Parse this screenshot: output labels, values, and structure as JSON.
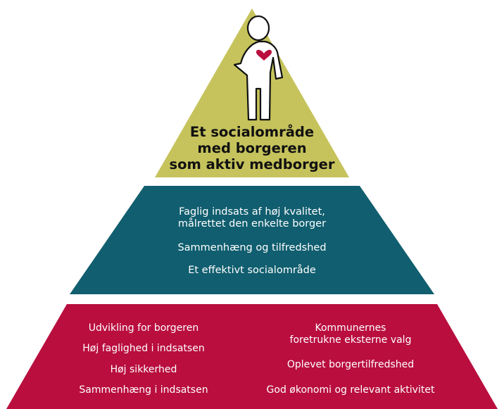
{
  "top": {
    "color": "#c6c35c",
    "title_lines": [
      "Et socialområde",
      "med borgeren",
      "som aktiv medborger"
    ],
    "figure": "person-with-heart-icon"
  },
  "middle": {
    "color": "#105e6f",
    "items": [
      "Faglig indsats af høj kvalitet,",
      "målrettet den enkelte borger",
      "Sammenhæng og tilfredshed",
      "Et effektivt socialområde"
    ]
  },
  "bottom": {
    "color": "#b90e3e",
    "left_items": [
      "Udvikling for borgeren",
      "Høj faglighed i indsatsen",
      "Høj sikkerhed",
      "Sammenhæng i indsatsen"
    ],
    "right_items": [
      "Kommunernes",
      "foretrukne eksterne valg",
      "Oplevet borgertilfredshed",
      "God økonomi og relevant aktivitet"
    ]
  },
  "colors": {
    "heart": "#b90e3e",
    "outline": "#111111"
  }
}
